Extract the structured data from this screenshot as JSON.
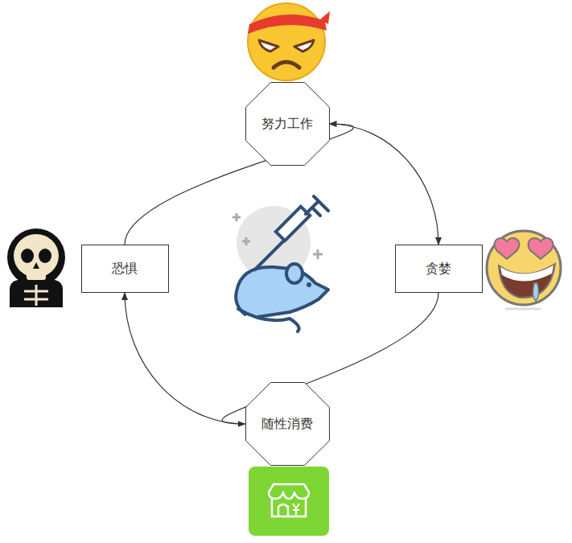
{
  "diagram": {
    "nodes": [
      {
        "text": [
          "努力工作"
        ]
      },
      {
        "text": [
          "贪婪"
        ]
      },
      {
        "text": [
          "随性消费"
        ]
      },
      {
        "text": [
          "恐惧"
        ]
      }
    ],
    "edges": [
      {
        "from": 0,
        "to": 1,
        "arrow": "to"
      },
      {
        "from": 1,
        "to": 2,
        "arrow": "to"
      },
      {
        "from": 2,
        "to": 3,
        "arrow": "to"
      },
      {
        "from": 3,
        "to": 0,
        "arrow": "to"
      }
    ]
  }
}
